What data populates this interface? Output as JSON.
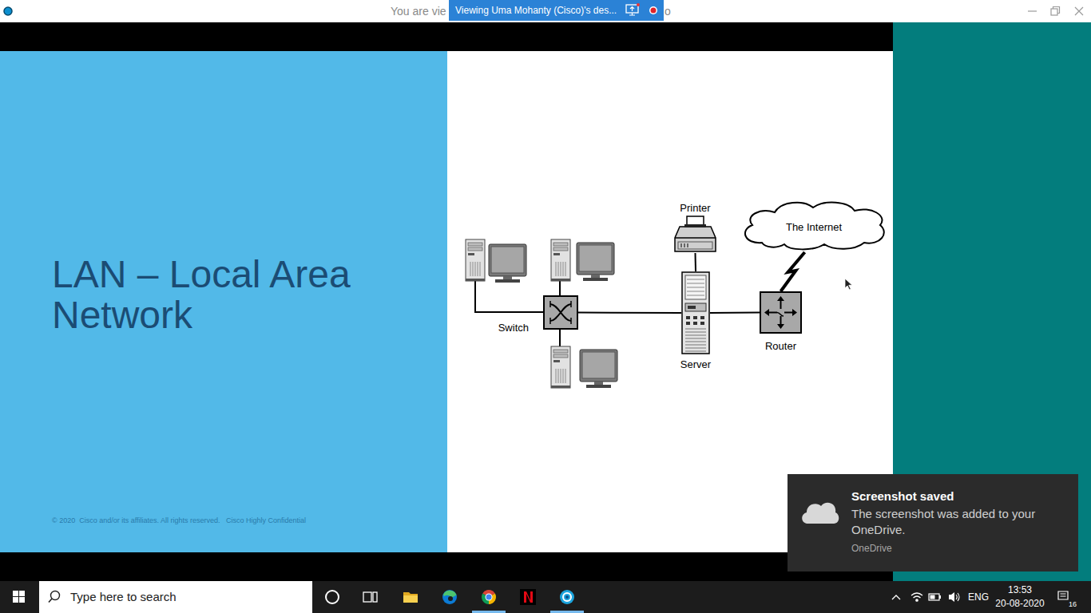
{
  "diagram": {
    "title": "LAN – Local Area Network",
    "nodes": [
      {
        "text": [
          "Viewing Uma Mohanty (Cisco)'s des..."
        ]
      },
      {
        "text": [
          "Printer"
        ]
      },
      {
        "text": [
          "The Internet"
        ]
      },
      {
        "text": [
          "Switch"
        ]
      },
      {
        "text": [
          "Server"
        ]
      },
      {
        "text": [
          "Router"
        ]
      },
      {
        "text": [
          "Screenshot saved",
          "The screenshot was added to your OneDrive.",
          "OneDrive"
        ]
      },
      {
        "text": [
          "Type here to search"
        ]
      }
    ],
    "edges": [
      {
        "from": 3,
        "to": 4,
        "arrow": "none"
      },
      {
        "from": 4,
        "to": 5,
        "arrow": "none"
      },
      {
        "from": 1,
        "to": 4,
        "arrow": "none"
      },
      {
        "from": 5,
        "to": 2,
        "arrow": "none"
      }
    ],
    "labels": [
      "You are vie",
      "o",
      "© 2020  Cisco and/or its affiliates. All rights reserved.   Cisco Highly Confidential",
      "ENG",
      "13:53",
      "20-08-2020",
      "16"
    ]
  }
}
